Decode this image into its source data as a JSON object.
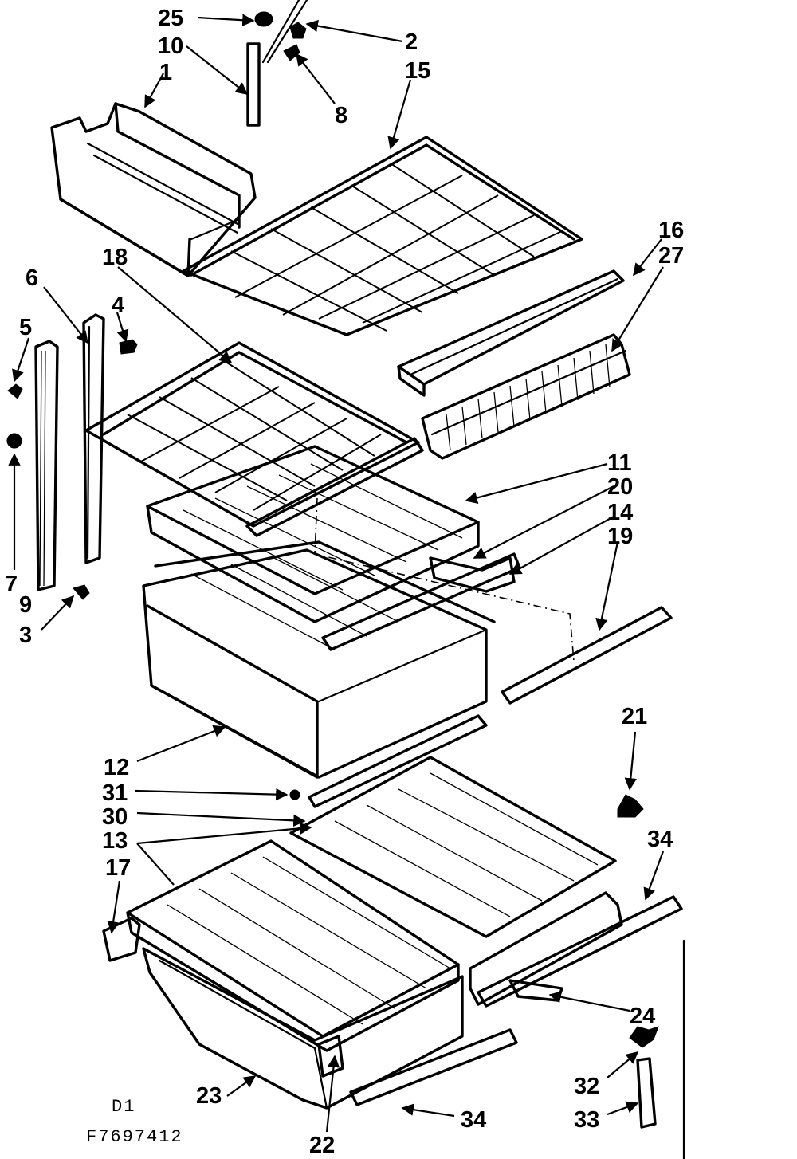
{
  "callouts": [
    "25",
    "10",
    "1",
    "2",
    "15",
    "8",
    "16",
    "27",
    "18",
    "6",
    "4",
    "5",
    "11",
    "20",
    "14",
    "19",
    "7",
    "9",
    "3",
    "21",
    "12",
    "31",
    "30",
    "13",
    "17",
    "34",
    "24",
    "32",
    "23",
    "33",
    "22"
  ],
  "corner_labels": {
    "section": "D1",
    "drawing_no": "F7697412"
  }
}
